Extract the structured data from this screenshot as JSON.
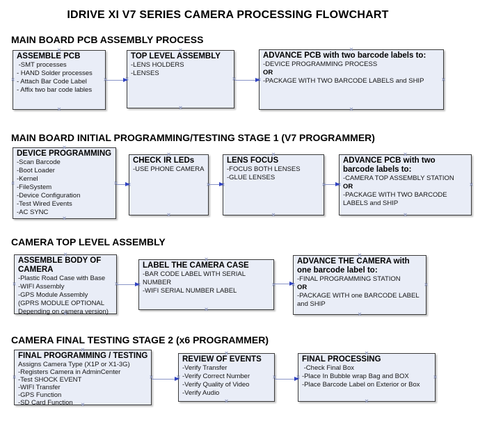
{
  "title": "IDRIVE XI V7 SERIES CAMERA PROCESSING FLOWCHART",
  "glyphs": {
    "connection_point": "×"
  },
  "colors": {
    "background": "#ffffff",
    "box_fill": "#e9edf7",
    "box_border": "#3b3b3b",
    "arrow_line": "#8a95c6",
    "arrow_head": "#3244c2",
    "connection_mark": "#8d97bd",
    "text": "#000000"
  },
  "sections": [
    {
      "heading": "MAIN BOARD PCB ASSEMBLY PROCESS",
      "boxes": [
        {
          "title": "ASSEMBLE PCB",
          "lines": [
            " -SMT processes",
            "- HAND Solder processes",
            "- Attach Bar Code Label",
            "- Affix two bar code lables"
          ]
        },
        {
          "title": "TOP LEVEL ASSEMBLY",
          "lines": [
            "-LENS HOLDERS",
            "-LENSES"
          ]
        },
        {
          "title": "ADVANCE PCB with two barcode labels to:",
          "lines": [
            "-DEVICE PROGRAMMING PROCESS",
            "OR",
            "-PACKAGE WITH TWO BARCODE LABELS and SHIP"
          ]
        }
      ]
    },
    {
      "heading": "MAIN BOARD INITIAL PROGRAMMING/TESTING STAGE 1 (V7 PROGRAMMER)",
      "boxes": [
        {
          "title": "DEVICE PROGRAMMING",
          "lines": [
            "-Scan Barcode",
            "-Boot Loader",
            "-Kernel",
            "-FileSystem",
            "-Device Configuration",
            "-Test Wired Events",
            "-AC SYNC"
          ]
        },
        {
          "title": "CHECK IR LEDs",
          "lines": [
            "-USE PHONE CAMERA"
          ]
        },
        {
          "title": "LENS FOCUS",
          "lines": [
            "-FOCUS BOTH LENSES",
            "-GLUE LENSES"
          ]
        },
        {
          "title": "ADVANCE PCB with two barcode labels to:",
          "lines": [
            "-CAMERA TOP ASSEMBLY STATION",
            "OR",
            "-PACKAGE WITH TWO BARCODE LABELS and SHIP"
          ]
        }
      ]
    },
    {
      "heading": "CAMERA TOP LEVEL ASSEMBLY",
      "boxes": [
        {
          "title": "ASSEMBLE BODY OF CAMERA",
          "lines": [
            "-Plastic Road Case with Base",
            "-WIFI Assembly",
            "-GPS Module Assembly",
            "(GPRS MODULE OPTIONAL Depending on camera version)"
          ]
        },
        {
          "title": "LABEL THE CAMERA CASE",
          "lines": [
            "-BAR CODE LABEL WITH SERIAL NUMBER",
            "-WIFI SERIAL NUMBER LABEL"
          ]
        },
        {
          "title": "ADVANCE THE CAMERA with one barcode label to:",
          "lines": [
            "-FINAL PROGRAMMING STATION",
            "OR",
            "-PACKAGE WITH one BARCODE LABEL and SHIP"
          ]
        }
      ]
    },
    {
      "heading": "CAMERA FINAL TESTING STAGE 2 (x6 PROGRAMMER)",
      "boxes": [
        {
          "title": "FINAL PROGRAMMING / TESTING",
          "lines": [
            "Assigns Camera Type (X1P or X1-3G)",
            "-Registers Camera in AdminCenter",
            "-Test SHOCK EVENT",
            "-WIFI Transfer",
            "-GPS Function",
            "-SD Card Function"
          ]
        },
        {
          "title": "REVIEW OF EVENTS",
          "lines": [
            "-Verify Transfer",
            "-Verify Correct Number",
            "-Verify Quality of Video",
            "-Verify Audio"
          ]
        },
        {
          "title": "FINAL PROCESSING",
          "lines": [
            " -Check Final Box",
            "-Place In Bubble wrap Bag and BOX",
            "-Place Barcode Label on Exterior or Box"
          ]
        }
      ]
    }
  ]
}
